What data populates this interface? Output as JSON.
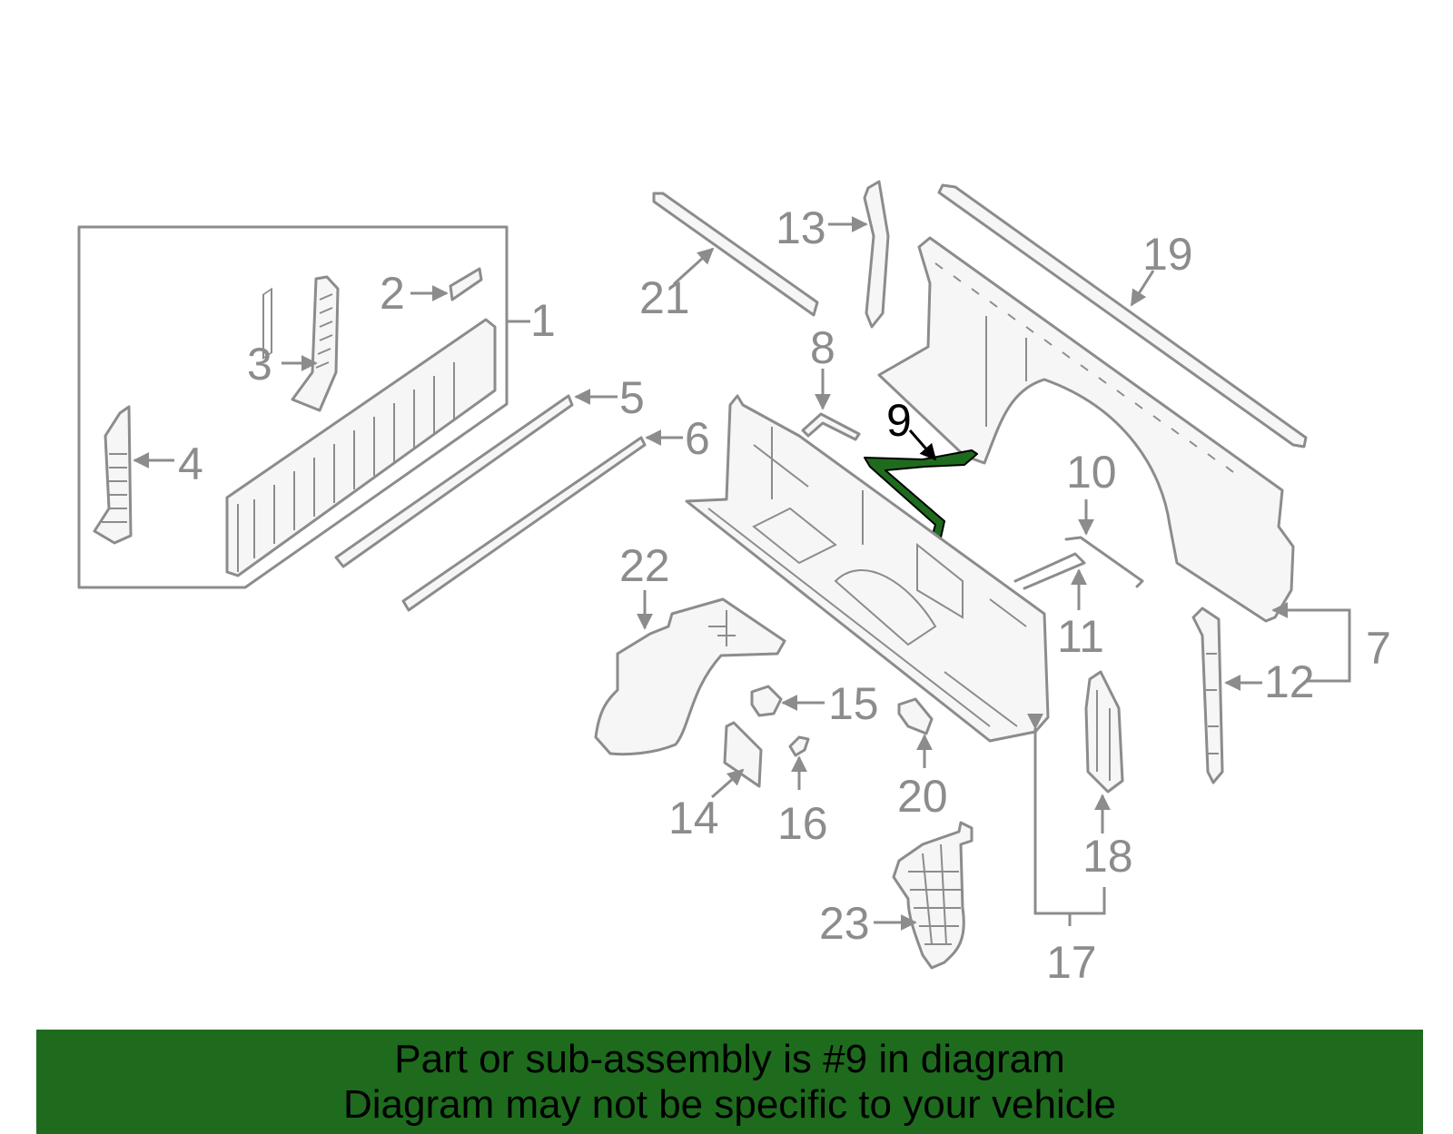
{
  "callouts": {
    "c1": "1",
    "c2": "2",
    "c3": "3",
    "c4": "4",
    "c5": "5",
    "c6": "6",
    "c7": "7",
    "c8": "8",
    "c9": "9",
    "c10": "10",
    "c11": "11",
    "c12": "12",
    "c13": "13",
    "c14": "14",
    "c15": "15",
    "c16": "16",
    "c17": "17",
    "c18": "18",
    "c19": "19",
    "c20": "20",
    "c21": "21",
    "c22": "22",
    "c23": "23"
  },
  "highlighted_part": "9",
  "banner": {
    "line1": "Part or sub-assembly is #9 in diagram",
    "line2": "Diagram may not be specific to your vehicle"
  },
  "colors": {
    "banner_bg": "#1e6b1e",
    "part_line": "#8c8c8c",
    "highlight": "#1e6b1e"
  }
}
